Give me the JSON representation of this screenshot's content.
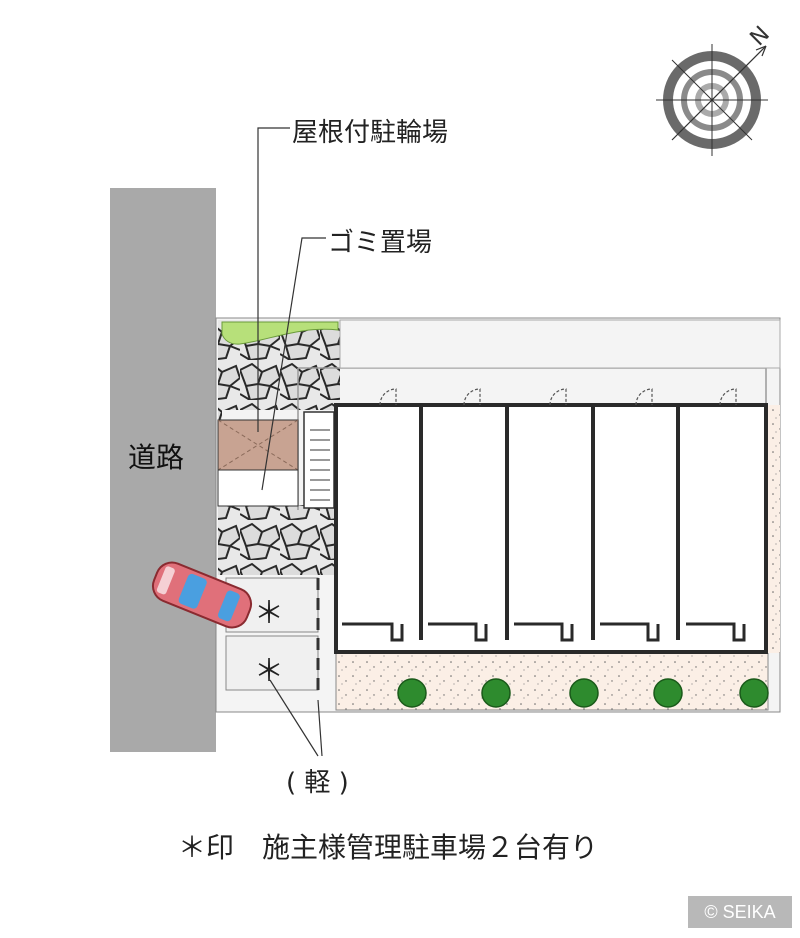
{
  "labels": {
    "bicycle_parking": "屋根付駐輪場",
    "garbage": "ゴミ置場",
    "road": "道路",
    "parking_mark_1": "＊",
    "parking_mark_2": "＊",
    "light_vehicle": "( 軽 )",
    "footnote": "＊印　施主様管理駐車場２台有り",
    "copyright": "© SEIKA",
    "north": "N"
  },
  "colors": {
    "road": "#a9a9a9",
    "building_outline": "#2a2a2a",
    "garden": "#fbefe6",
    "tree": "#2e8b2e",
    "lawn": "#b7e07a",
    "bike_shed": "#c8a392",
    "car": "#e0707a",
    "car_window": "#4a9fe0"
  },
  "icons": {
    "compass": "compass-rose-icon",
    "car": "car-icon",
    "tree": "tree-icon",
    "door": "door-swing-icon"
  }
}
